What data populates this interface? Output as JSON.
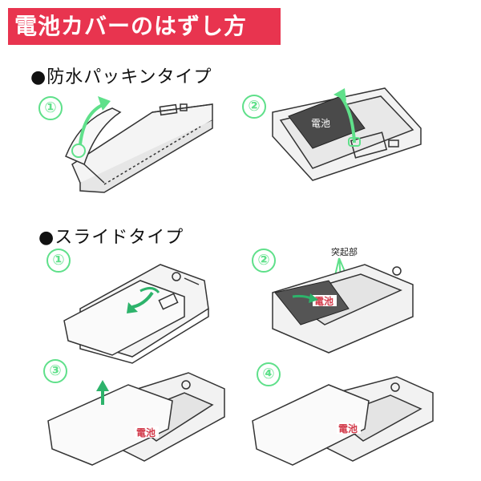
{
  "title": "電池カバーのはずし方",
  "sections": [
    {
      "heading": "●防水パッキンタイプ",
      "steps": [
        "①",
        "②"
      ]
    },
    {
      "heading": "●スライドタイプ",
      "steps": [
        "①",
        "②",
        "③",
        "④"
      ]
    }
  ],
  "labels": {
    "battery": "電池",
    "protrusion": "突起部"
  },
  "colors": {
    "banner": "#e8344f",
    "accent_green": "#5fe08a",
    "arrow_green": "#2db36b",
    "battery_label_red": "#d23a4a"
  }
}
